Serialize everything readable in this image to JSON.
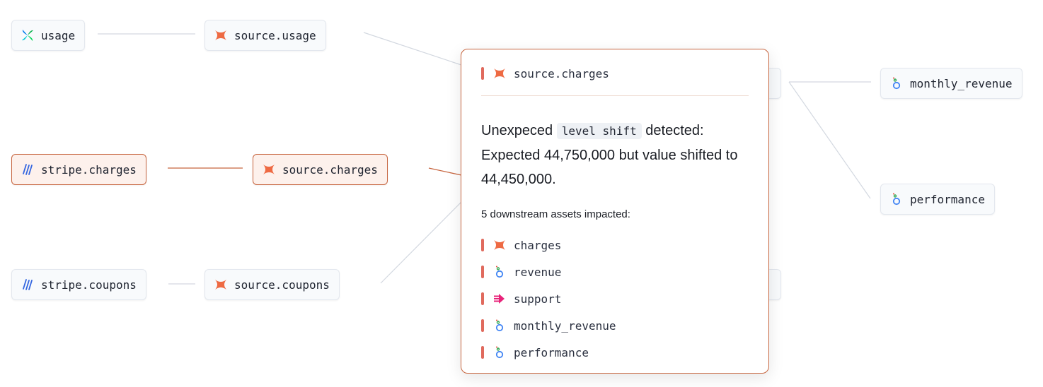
{
  "colors": {
    "accent": "#c7653f",
    "highlight_bg": "#fdf1ec",
    "node_bg": "#f8fafc",
    "node_border": "#e3e7ee",
    "impact_bar": "#e06a5d",
    "edge_default": "#d3d8e0",
    "edge_highlight": "#c7653f"
  },
  "graph": {
    "nodes": {
      "usage": {
        "label": "usage",
        "icon": "airflow-icon"
      },
      "source_usage": {
        "label": "source.usage",
        "icon": "dbt-icon"
      },
      "stripe_charges": {
        "label": "stripe.charges",
        "icon": "stripe-icon"
      },
      "source_charges": {
        "label": "source.charges",
        "icon": "dbt-icon"
      },
      "stripe_coupons": {
        "label": "stripe.coupons",
        "icon": "stripe-icon"
      },
      "source_coupons": {
        "label": "source.coupons",
        "icon": "dbt-icon"
      },
      "monthly_revenue": {
        "label": "monthly_revenue",
        "icon": "looker-icon"
      },
      "performance": {
        "label": "performance",
        "icon": "looker-icon"
      }
    }
  },
  "popup": {
    "title": "source.charges",
    "title_icon": "dbt-icon",
    "message_pre": "Unexpeced",
    "message_code": "level shift",
    "message_post": "detected: Expected 44,750,000 but value shifted to 44,450,000.",
    "impact_heading": "5 downstream assets impacted:",
    "impacted": [
      {
        "label": "charges",
        "icon": "dbt-icon"
      },
      {
        "label": "revenue",
        "icon": "looker-icon"
      },
      {
        "label": "support",
        "icon": "hightouch-icon"
      },
      {
        "label": "monthly_revenue",
        "icon": "looker-icon"
      },
      {
        "label": "performance",
        "icon": "looker-icon"
      }
    ]
  }
}
